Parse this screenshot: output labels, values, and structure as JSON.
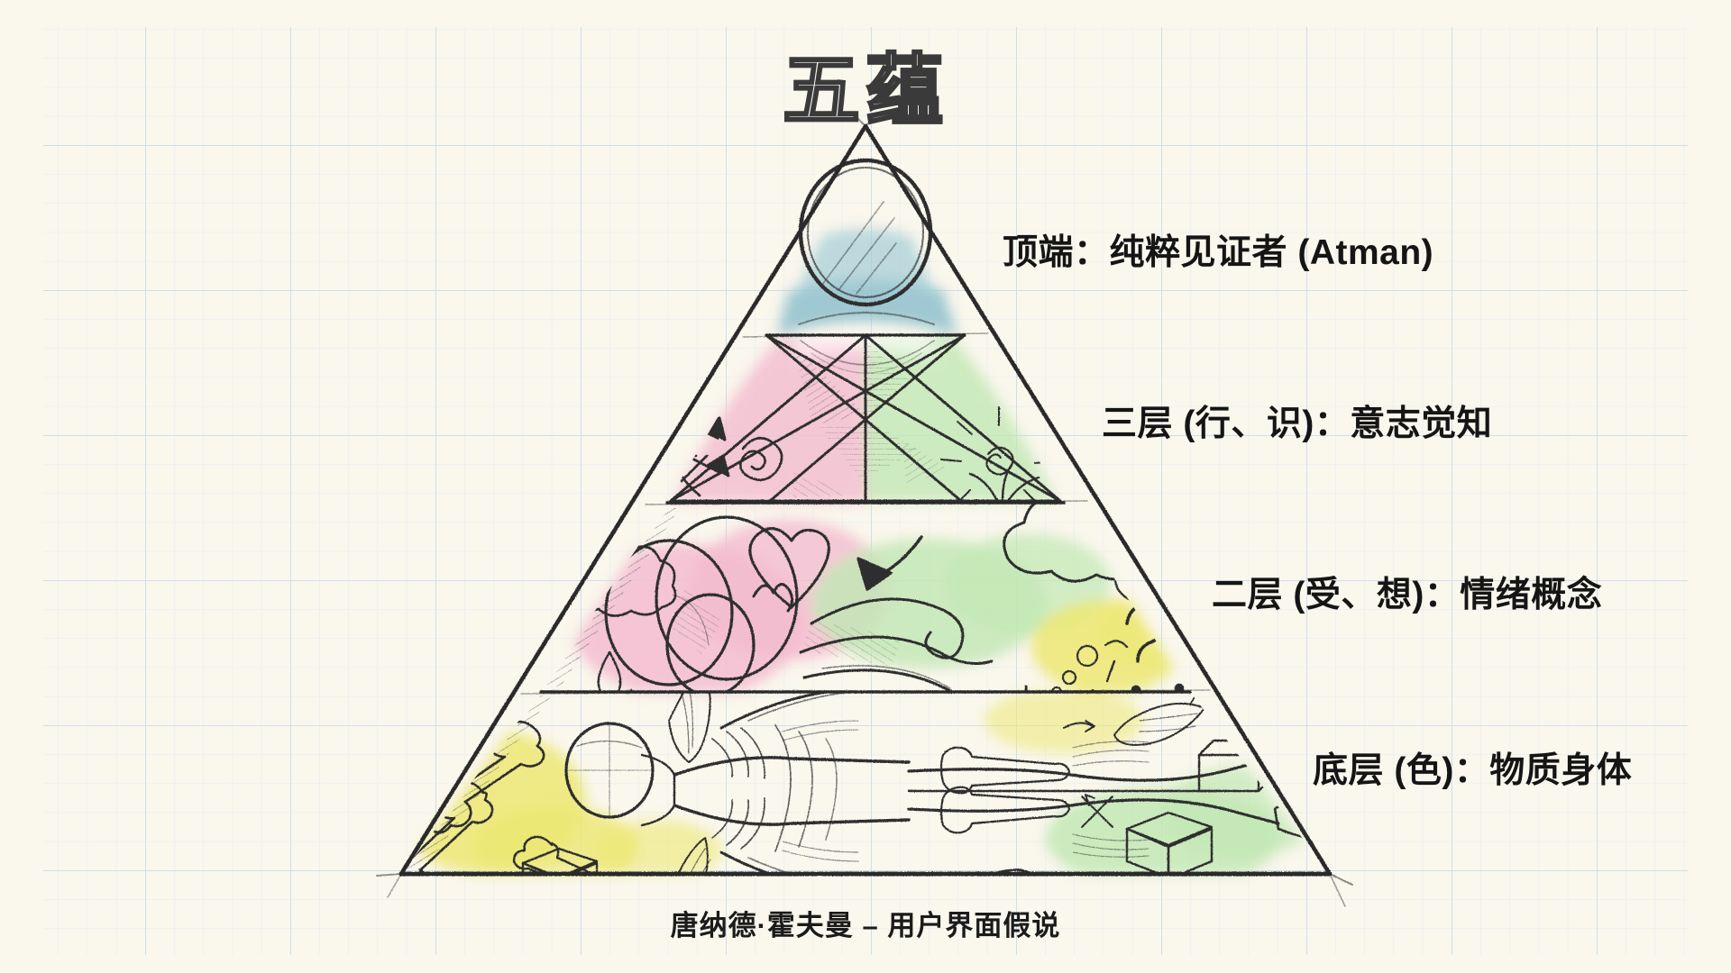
{
  "page": {
    "title": "五蕴",
    "footer": "唐纳德·霍夫曼 – 用户界面假说",
    "background_color": "#faf7ed",
    "grid_minor_color": "#dfeaf2",
    "grid_major_color": "#c3d8e6",
    "ink_color": "#2f2f2f"
  },
  "labels": {
    "top": "顶端：纯粹见证者 (Atman)",
    "layer3": "三层 (行、识)：意志觉知",
    "layer2": "二层 (受、想)：情绪概念",
    "layer1": "底层 (色)：物质身体"
  },
  "pyramid": {
    "apex_badge": "witness-eye-circle",
    "layers": [
      {
        "id": "apex",
        "name": "顶端",
        "aggregate": "",
        "caption": "顶端：纯粹见证者 (Atman)",
        "wash_colors": [
          "#a9cdd6"
        ],
        "motifs": [
          "circle-outline",
          "oval-mirror",
          "diagonal-shine-lines"
        ]
      },
      {
        "id": "layer3",
        "name": "三层",
        "aggregate": "行、识",
        "caption": "三层 (行、识)：意志觉知",
        "wash_colors": [
          "#f2b9cd",
          "#bfe5b3"
        ],
        "motifs": [
          "star-triangulation",
          "spiral",
          "sun-burst",
          "curved-arrows",
          "lightning-arrow",
          "hatching"
        ]
      },
      {
        "id": "layer2",
        "name": "二层",
        "aggregate": "受、想",
        "caption": "二层 (受、想)：情绪概念",
        "wash_colors": [
          "#f2b9cd",
          "#bfe5b3",
          "#eee87a"
        ],
        "motifs": [
          "overlapping-circles",
          "heart",
          "teardrops",
          "cloud",
          "wind-swirls",
          "question-marks",
          "thought-bubble"
        ]
      },
      {
        "id": "layer1",
        "name": "底层",
        "aggregate": "色",
        "caption": "底层 (色)：物质身体",
        "wash_colors": [
          "#eee87a",
          "#bfe5b3"
        ],
        "motifs": [
          "anatomical-body",
          "bones",
          "muscle-fibers",
          "cube",
          "box",
          "leaf",
          "hatching"
        ]
      }
    ]
  }
}
